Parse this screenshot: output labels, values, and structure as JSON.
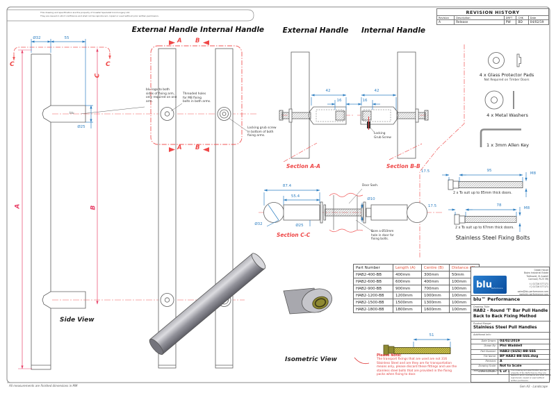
{
  "sheet": {
    "top_disclaimer_l1": "This drawing and specification are the property of Coastal Specialist Ironmongery Ltd.",
    "top_disclaimer_l2": "They are issued in strict confidence and shall not be reproduced, copied or used without prior written permission.",
    "footer_note": "All measurements are finished dimensions in MM",
    "sheet_format": "Gen A3 - Landscape"
  },
  "revision_history": {
    "title": "REVISION HISTORY",
    "headers": [
      "Revision",
      "Description",
      "DRFT",
      "CHK",
      "Date"
    ],
    "rows": [
      [
        "A",
        "Release",
        "PW",
        "BD",
        "04/02/19"
      ]
    ]
  },
  "views": {
    "external_handle": "External Handle",
    "internal_handle": "Internal Handle",
    "section_aa": "Section A-A",
    "section_bb": "Section B-B",
    "section_cc": "Section C-C",
    "side_view": "Side View",
    "isometric_view": "Isometric View"
  },
  "dims": {
    "dia32": "Ø32",
    "d55": "55",
    "dia25": "Ø25",
    "a": "A",
    "b": "B",
    "c": "C",
    "d42": "42",
    "d16": "16",
    "d87_4": "87.4",
    "d55_4": "55.4",
    "dia10": "Ø10",
    "d17_5": "17.5",
    "d95": "95",
    "d78": "78",
    "m8": "M8",
    "d51": "51"
  },
  "notes": {
    "blu_mark": "blu",
    "blu_logo": "blu logo to both\nsides of fixing arm,\nonly required on one\narm.",
    "threaded_holes": "Threaded holes\nfor M8 fixing\nbolts in both arms.",
    "locking_grub_long": "Locking grub screw\nin bottom of both\nfixing arms.",
    "locking_grub_short": "Locking\nGrub Screw",
    "door_sash": "Door Sash.",
    "bore_hole": "Bore a Ø10mm\nhole in door for\nfixing bolts.",
    "please_note_title": "Please Note:",
    "please_note_body": "The transport fixings that are used are not 316\nStainless Steel and are they are for transportation\nmeans only, please discard these fittings and use the\nstainless steel bolts that are provided in the fixing\npacks when fixing to door."
  },
  "hardware": {
    "pads": "4 x Glass Protector Pads",
    "pads_sub": "Not Required on Timber Doors",
    "washers": "4 x Metal Washers",
    "allen_key": "1 x 3mm Allen Key",
    "bolt_85": "2 x To suit up to 85mm thick doors.",
    "bolt_67": "2 x To suit up to 67mm thick doors.",
    "bolts_title": "Stainless Steel Fixing Bolts"
  },
  "parts_table": {
    "headers": [
      "Part Number",
      "Length (A)",
      "Centre (B)",
      "Distance (C)"
    ],
    "rows": [
      [
        "HAB2-400-BB",
        "400mm",
        "300mm",
        "50mm"
      ],
      [
        "HAB2-600-BB",
        "600mm",
        "400mm",
        "100mm"
      ],
      [
        "HAB2-900-BB",
        "900mm",
        "700mm",
        "100mm"
      ],
      [
        "HAB2-1200-BB",
        "1200mm",
        "1000mm",
        "100mm"
      ],
      [
        "HAB2-1500-BB",
        "1500mm",
        "1300mm",
        "100mm"
      ],
      [
        "HAB2-1800-BB",
        "1800mm",
        "1600mm",
        "100mm"
      ]
    ]
  },
  "title_block": {
    "logo_text": "blu",
    "logo_sub": "Performance",
    "company": "blu™ Performance",
    "address_lines": [
      "Global House",
      "Bojea Industrial Estate",
      "Trethowel, St Austell",
      "Cornwall, PL25 5RJ",
      "t | 01726 577171",
      "f | 01726 577171",
      "sales@blu-performance.com",
      "www.blu-performance.com"
    ],
    "drawing_title_label": "Drawing Title:",
    "drawing_title_l1": "HAB2 - Round 'T' Bar Pull Handle",
    "drawing_title_l2": "Back to Back Fixing Method",
    "product_range_label": "Product Range:",
    "product_range": "Stainless Steel Pull Handles",
    "additional_info_label": "Additional Info:",
    "fields": [
      {
        "label": "Date Drawn:",
        "value": "04/02/2019"
      },
      {
        "label": "Drawn By:",
        "value": "Phil Waddell"
      },
      {
        "label": "Part Number:",
        "value": "HAB2-(SIZE)-BB-SSS"
      },
      {
        "label": "File Name:",
        "value": "BP HAB2-BB-SSS.dwg"
      },
      {
        "label": "Revision:",
        "value": "A"
      },
      {
        "label": "Drawing Scale:",
        "value": "Not to Scale"
      },
      {
        "label": "Sheet Number:",
        "value": "1  of  1"
      }
    ],
    "projection": "THIRD ANGLE PROJECTION",
    "block_disclaimer": "This drawing and specification are the property of blu Performance, they are issued in strict confidence and shall not be reproduced, copied or used without written permission."
  },
  "colors": {
    "dim_blue": "#2e7fc2",
    "cut_red": "#f05454",
    "dim_crimson": "#e8436a",
    "table_accent": "#e0503a",
    "logo_blue": "#1b66b5"
  }
}
